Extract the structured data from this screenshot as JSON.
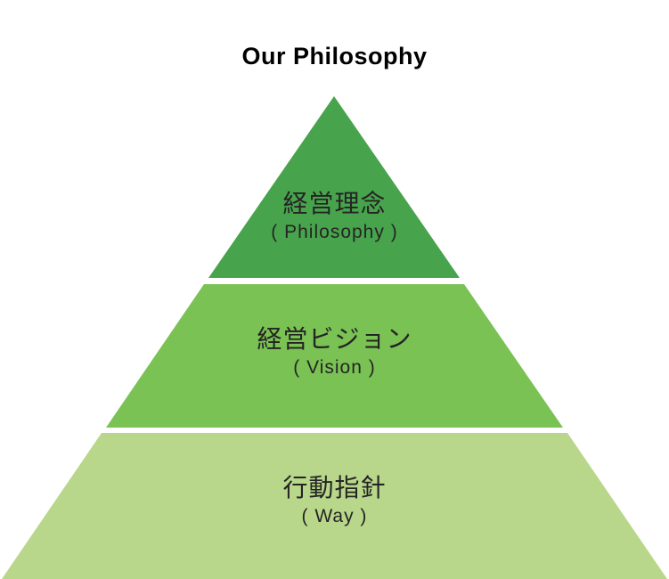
{
  "title": "Our Philosophy",
  "diagram": {
    "type": "pyramid",
    "levels": 3,
    "tiers": [
      {
        "level": 1,
        "label_ja": "経営理念",
        "label_en": "( Philosophy )",
        "color": "#48a44c"
      },
      {
        "level": 2,
        "label_ja": "経営ビジョン",
        "label_en": "( Vision )",
        "color": "#7ac254"
      },
      {
        "level": 3,
        "label_ja": "行動指針",
        "label_en": "( Way )",
        "color": "#b9d78a"
      }
    ],
    "label_text_color": "#242424",
    "title_color": "#000000",
    "background_color": "#ffffff"
  }
}
